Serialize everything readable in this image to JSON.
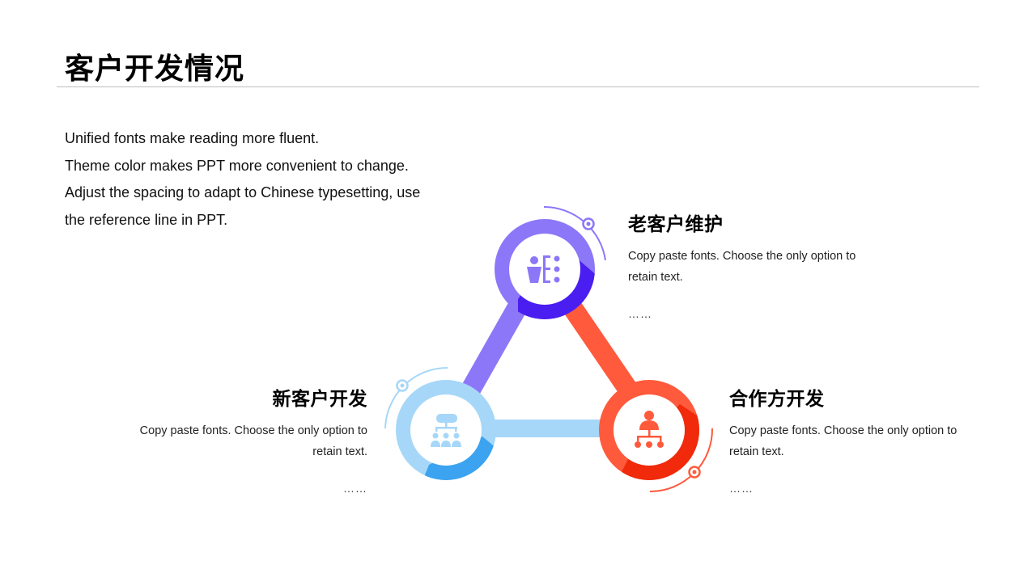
{
  "page": {
    "title": "客户开发情况",
    "intro_lines": [
      "Unified fonts make reading more fluent.",
      "Theme color makes PPT more convenient to change.",
      "Adjust the spacing to adapt to Chinese typesetting, use the reference line in PPT."
    ]
  },
  "nodes": [
    {
      "id": "top",
      "title": "老客户维护",
      "desc": "Copy paste fonts. Choose the only option to retain text.",
      "ellipsis": "……",
      "color": "#8B77F8",
      "shade": "#4A1DF0",
      "icon": "customer-list-icon"
    },
    {
      "id": "right",
      "title": "合作方开发",
      "desc": "Copy paste fonts. Choose the only option to retain text.",
      "ellipsis": "……",
      "color": "#FF5A3C",
      "shade": "#F02A0A",
      "icon": "partner-network-icon"
    },
    {
      "id": "left",
      "title": "新客户开发",
      "desc": "Copy paste fonts. Choose the only option to retain text.",
      "ellipsis": "……",
      "color": "#A6D7F8",
      "shade": "#3BA3F0",
      "icon": "org-chart-icon"
    }
  ],
  "edges": [
    {
      "from": "top",
      "to": "left",
      "color": "#8B77F8"
    },
    {
      "from": "top",
      "to": "right",
      "color": "#FF5A3C"
    },
    {
      "from": "left",
      "to": "right",
      "color": "#A6D7F8"
    }
  ]
}
